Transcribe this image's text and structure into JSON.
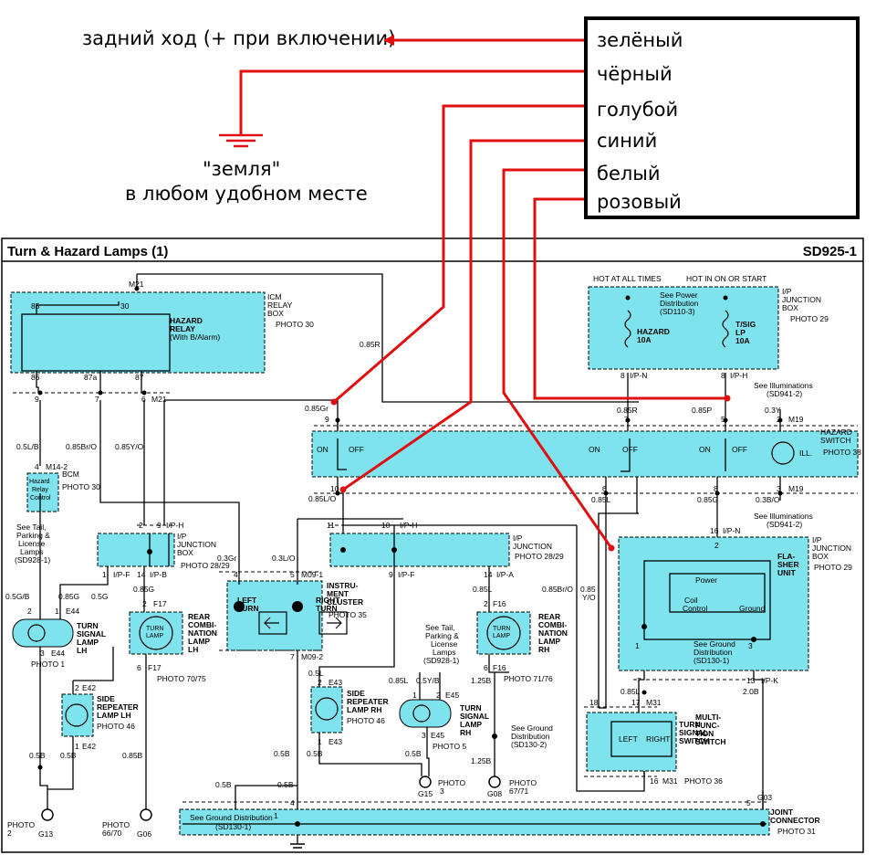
{
  "annotations": {
    "reverse_label": "задний ход (+ при включении)",
    "ground_quote": "\"земля\"",
    "ground_place": "в любом удобном месте",
    "legend": [
      "зелёный",
      "чёрный",
      "голубой",
      "синий",
      "белый",
      "розовый"
    ]
  },
  "diagram": {
    "title": "Turn & Hazard Lamps (1)",
    "code": "SD925-1",
    "labels": {
      "icm_relay_box": [
        "ICM",
        "RELAY",
        "BOX"
      ],
      "hazard_relay": [
        "HAZARD",
        "RELAY",
        "(With B/Alarm)"
      ],
      "photo30": "PHOTO 30",
      "hot_all": "HOT AT ALL TIMES",
      "hot_on": "HOT IN ON OR START",
      "see_power": [
        "See Power",
        "Distribution",
        "(SD110-3)"
      ],
      "hazard_fuse": [
        "HAZARD",
        "10A"
      ],
      "tsig_fuse": [
        "T/SIG",
        "LP",
        "10A"
      ],
      "ip_junction_box": [
        "I/P",
        "JUNCTION",
        "BOX"
      ],
      "photo29": "PHOTO 29",
      "see_illum": [
        "See Illuminations",
        "(SD941-2)"
      ],
      "hazard_switch": [
        "HAZARD",
        "SWITCH"
      ],
      "photo38": "PHOTO 38",
      "ill": "ILL.",
      "on": "ON",
      "off": "OFF",
      "bcm": "BCM",
      "hazard_relay_control": [
        "Hazard",
        "Relay",
        "Control"
      ],
      "see_tail": [
        "See Tail,",
        "Parking &",
        "License",
        "Lamps",
        "(SD928-1)"
      ],
      "turn_signal_lamp_lh": [
        "TURN",
        "SIGNAL",
        "LAMP",
        "LH"
      ],
      "photo1": "PHOTO 1",
      "side_repeater_lh": [
        "SIDE",
        "REPEATER",
        "LAMP LH"
      ],
      "photo46": "PHOTO 46",
      "rear_combi_lh": [
        "REAR",
        "COMBI-",
        "NATION",
        "LAMP",
        "LH"
      ],
      "turn_lamp": [
        "TURN",
        "LAMP"
      ],
      "photo7075": "PHOTO 70/75",
      "photo2829": "PHOTO 28/29",
      "instrument_cluster": [
        "INSTRU-",
        "MENT",
        "CLUSTER"
      ],
      "photo35": "PHOTO 35",
      "left_turn": [
        "LEFT",
        "TURN"
      ],
      "right_turn": [
        "RIGHT",
        "TURN"
      ],
      "side_repeater_rh": [
        "SIDE",
        "REPEATER",
        "LAMP RH"
      ],
      "turn_signal_lamp_rh": [
        "TURN",
        "SIGNAL",
        "LAMP",
        "RH"
      ],
      "photo5": "PHOTO 5",
      "rear_combi_rh": [
        "REAR",
        "COMBI-",
        "NATION",
        "LAMP",
        "RH"
      ],
      "photo7176": "PHOTO 71/76",
      "see_ground_sd130_2": [
        "See Ground",
        "Distribution",
        "(SD130-2)"
      ],
      "flasher_unit": [
        "FLA-",
        "SHER",
        "UNIT"
      ],
      "power": "Power",
      "coil_control": [
        "Coil",
        "Control"
      ],
      "ground": "Ground",
      "see_ground_sd130_1": [
        "See Ground",
        "Distribution",
        "(SD130-1)"
      ],
      "multi_function_switch": [
        "MULTI-",
        "FUNC-",
        "TION",
        "SWITCH"
      ],
      "turn_signal_switch": [
        "TURN",
        "SIGNAL",
        "SWITCH"
      ],
      "left": "LEFT",
      "right": "RIGHT",
      "photo36": "PHOTO 36",
      "joint_connector": [
        "JOINT",
        "CONNECTOR"
      ],
      "photo31": "PHOTO 31",
      "photo3": [
        "PHOTO",
        "3"
      ],
      "photo6771": [
        "PHOTO",
        "67/71"
      ],
      "photo6670": [
        "PHOTO",
        "66/70"
      ],
      "photo2": [
        "PHOTO",
        "2"
      ],
      "see_ground_joint": [
        "See Ground Distribution",
        "(SD130-1)"
      ],
      "g13": "G13",
      "g06": "G06",
      "g15": "G15",
      "g08": "G08",
      "g03": "G03"
    },
    "wires": {
      "w085r": "0.85R",
      "w085gr": "0.85Gr",
      "w085lo": "0.85L/O",
      "w05lb": "0.5L/B",
      "w085bro": "0.85Br/O",
      "w085yo": "0.85Y/O",
      "w085r2": "0.85R",
      "w085p": "0.85P",
      "w03y": "0.3Y",
      "w085l": "0.85L",
      "w085g": "0.85G",
      "w03bo": "0.3B/O",
      "w05gb": "0.5G/B",
      "w085g2": "0.85G",
      "w05g": "0.5G",
      "w03gr": "0.3Gr",
      "w03lo": "0.3L/O",
      "w085l2": "0.85L",
      "w085bro2": "0.85Br/O",
      "w085yo2": "0.85\nY/O",
      "w05l": "0.5L",
      "w085l3": "0.85L",
      "w05yb": "0.5Y/B",
      "w125b": "1.25B",
      "w085l4": "0.85L",
      "w20b": "2.0B",
      "w05b": "0.5B",
      "w085b": "0.85B",
      "w05b2": "0.5B",
      "w05b3": "0.5B",
      "w125b2": "1.25B"
    },
    "connectors": {
      "m21": "M21",
      "m19": "M19",
      "m14": "M14-2",
      "e44": "E44",
      "e42": "E42",
      "f17": "F17",
      "m091": "M09-1",
      "m092": "M09-2",
      "e43": "E43",
      "e45": "E45",
      "f16": "F16",
      "m31": "M31",
      "ipn": "I/P-N",
      "iph": "I/P-H",
      "ipf": "I/P-F",
      "ipb": "I/P-B",
      "ipa": "I/P-A",
      "ipk": "I/P-K"
    }
  },
  "colors": {
    "cyan": "#7fe3ee",
    "red": "#e01010",
    "box_border": "#000"
  }
}
